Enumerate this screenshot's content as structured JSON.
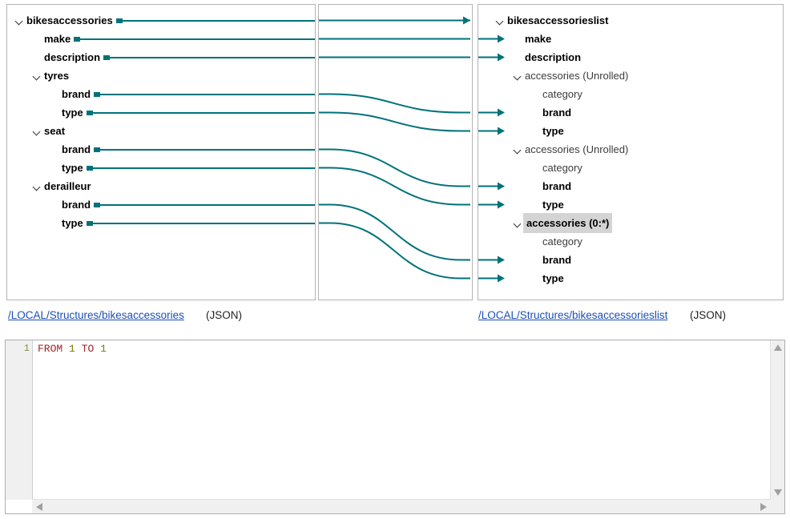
{
  "colors": {
    "link_teal": "#00727a",
    "hyperlink_blue": "#1a4fb4",
    "selection_gray": "#d4d4d4",
    "keyword_red": "#9b1f1f",
    "number_olive": "#7a7a00"
  },
  "left_tree": {
    "nodes": [
      {
        "label": "bikesaccessories",
        "depth": 0,
        "expandable": true,
        "style": "bold",
        "connector": true
      },
      {
        "label": "make",
        "depth": 1,
        "expandable": false,
        "style": "bold",
        "connector": true
      },
      {
        "label": "description",
        "depth": 1,
        "expandable": false,
        "style": "bold",
        "connector": true
      },
      {
        "label": "tyres",
        "depth": 1,
        "expandable": true,
        "style": "bold",
        "connector": false
      },
      {
        "label": "brand",
        "depth": 2,
        "expandable": false,
        "style": "bold",
        "connector": true
      },
      {
        "label": "type",
        "depth": 2,
        "expandable": false,
        "style": "bold",
        "connector": true
      },
      {
        "label": "seat",
        "depth": 1,
        "expandable": true,
        "style": "bold",
        "connector": false
      },
      {
        "label": "brand",
        "depth": 2,
        "expandable": false,
        "style": "bold",
        "connector": true
      },
      {
        "label": "type",
        "depth": 2,
        "expandable": false,
        "style": "bold",
        "connector": true
      },
      {
        "label": "derailleur",
        "depth": 1,
        "expandable": true,
        "style": "bold",
        "connector": false
      },
      {
        "label": "brand",
        "depth": 2,
        "expandable": false,
        "style": "bold",
        "connector": true
      },
      {
        "label": "type",
        "depth": 2,
        "expandable": false,
        "style": "bold",
        "connector": true
      }
    ]
  },
  "right_tree": {
    "nodes": [
      {
        "label": "bikesaccessorieslist",
        "depth": 0,
        "expandable": true,
        "style": "bold",
        "arrow": false
      },
      {
        "label": "make",
        "depth": 1,
        "expandable": false,
        "style": "bold",
        "arrow": true
      },
      {
        "label": "description",
        "depth": 1,
        "expandable": false,
        "style": "bold",
        "arrow": true
      },
      {
        "label": "accessories (Unrolled)",
        "depth": 1,
        "expandable": true,
        "style": "plain",
        "arrow": false
      },
      {
        "label": "category",
        "depth": 2,
        "expandable": false,
        "style": "plain",
        "arrow": false
      },
      {
        "label": "brand",
        "depth": 2,
        "expandable": false,
        "style": "bold",
        "arrow": true
      },
      {
        "label": "type",
        "depth": 2,
        "expandable": false,
        "style": "bold",
        "arrow": true
      },
      {
        "label": "accessories (Unrolled)",
        "depth": 1,
        "expandable": true,
        "style": "plain",
        "arrow": false
      },
      {
        "label": "category",
        "depth": 2,
        "expandable": false,
        "style": "plain",
        "arrow": false
      },
      {
        "label": "brand",
        "depth": 2,
        "expandable": false,
        "style": "bold",
        "arrow": true
      },
      {
        "label": "type",
        "depth": 2,
        "expandable": false,
        "style": "bold",
        "arrow": true
      },
      {
        "label": "accessories (0:*)",
        "depth": 1,
        "expandable": true,
        "style": "sel",
        "arrow": false
      },
      {
        "label": "category",
        "depth": 2,
        "expandable": false,
        "style": "plain",
        "arrow": false
      },
      {
        "label": "brand",
        "depth": 2,
        "expandable": false,
        "style": "bold",
        "arrow": true
      },
      {
        "label": "type",
        "depth": 2,
        "expandable": false,
        "style": "bold",
        "arrow": true
      }
    ]
  },
  "mappings": [
    {
      "from": 0,
      "to": 0
    },
    {
      "from": 1,
      "to": 1
    },
    {
      "from": 2,
      "to": 2
    },
    {
      "from": 4,
      "to": 5
    },
    {
      "from": 5,
      "to": 6
    },
    {
      "from": 7,
      "to": 9
    },
    {
      "from": 8,
      "to": 10
    },
    {
      "from": 10,
      "to": 13
    },
    {
      "from": 11,
      "to": 14
    }
  ],
  "footer": {
    "source_path": "/LOCAL/Structures/bikesaccessories",
    "source_kind": "(JSON)",
    "target_path": "/LOCAL/Structures/bikesaccessorieslist",
    "target_kind": "(JSON)"
  },
  "editor": {
    "line_number": "1",
    "tokens": [
      {
        "text": "FROM",
        "kind": "kw"
      },
      {
        "text": " ",
        "kind": "plain"
      },
      {
        "text": "1",
        "kind": "num"
      },
      {
        "text": " ",
        "kind": "plain"
      },
      {
        "text": "TO",
        "kind": "kw"
      },
      {
        "text": " ",
        "kind": "plain"
      },
      {
        "text": "1",
        "kind": "num"
      }
    ]
  }
}
